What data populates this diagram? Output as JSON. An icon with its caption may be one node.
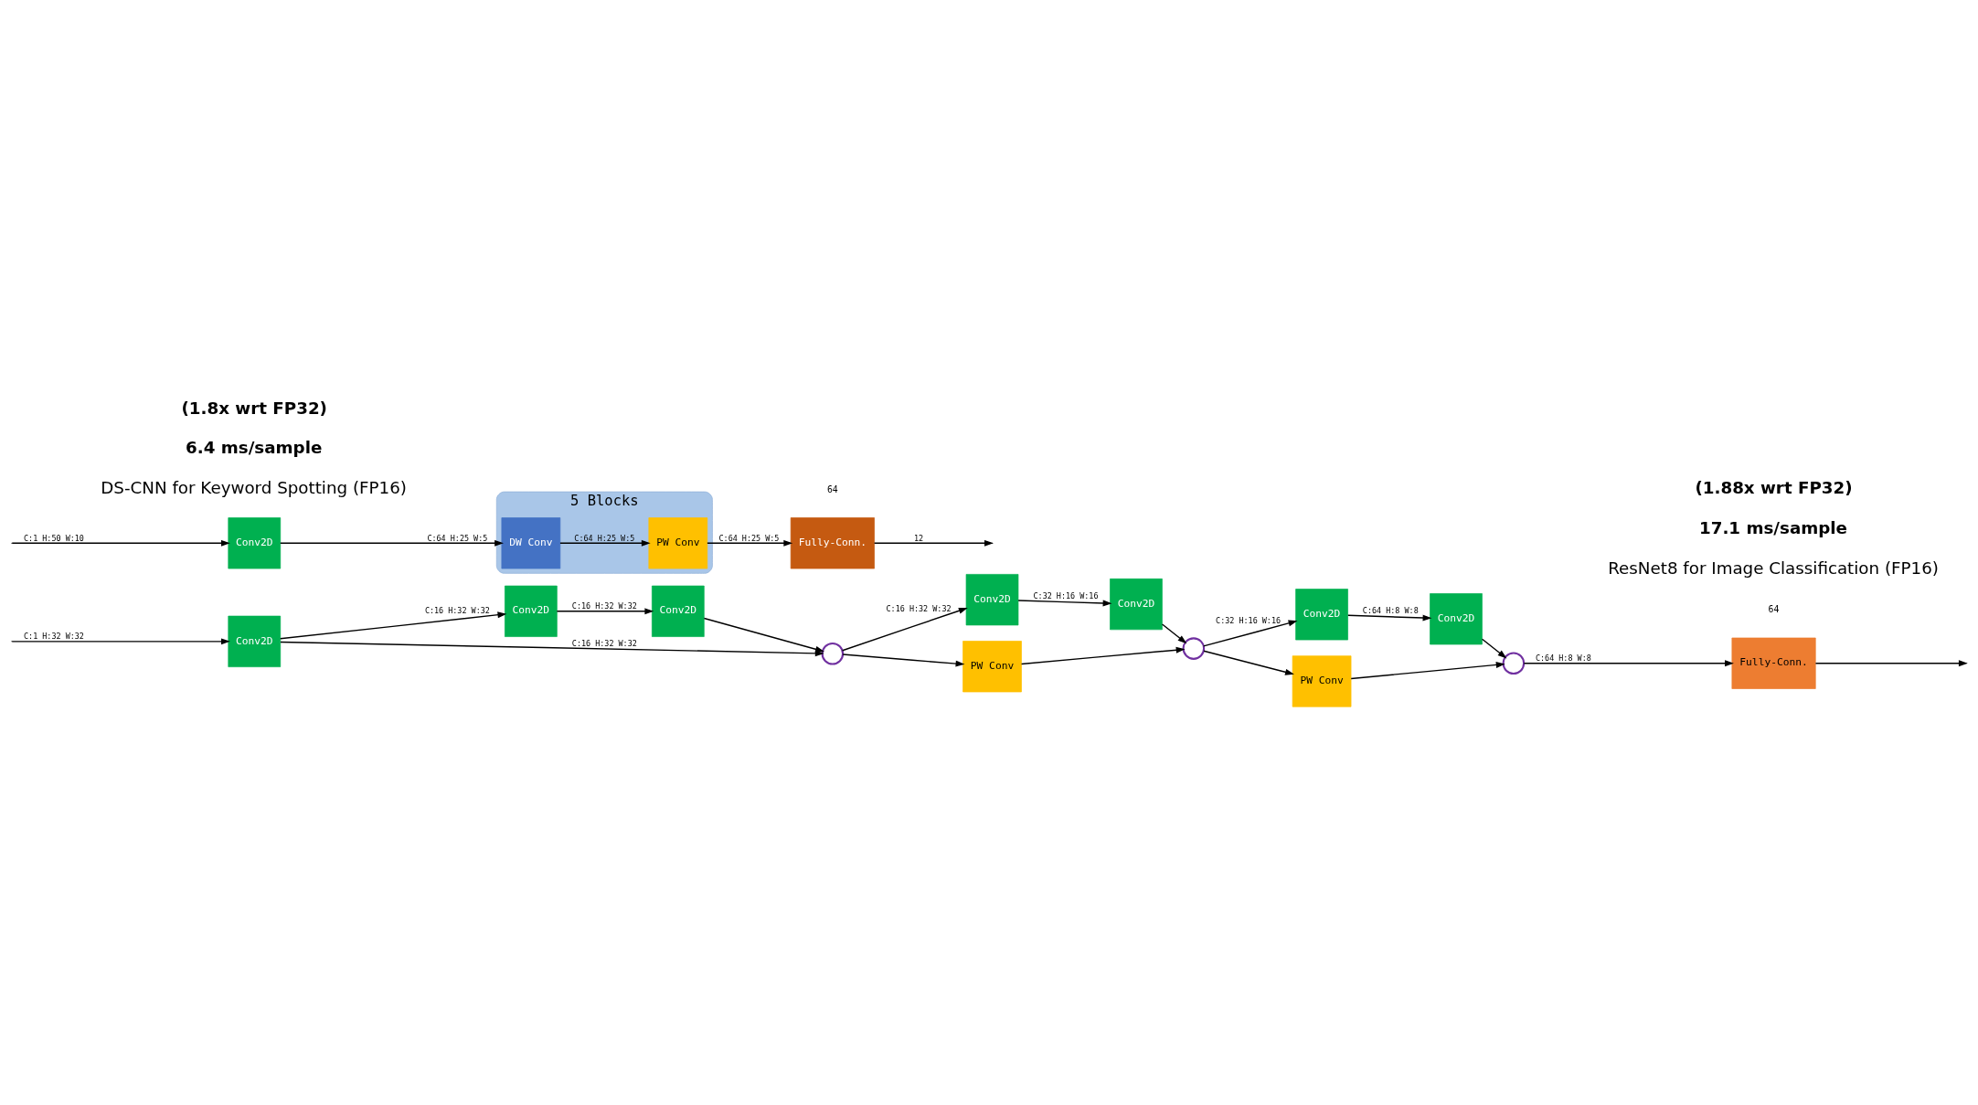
{
  "diagram": {
    "nodes": [
      {
        "text": [
          "Conv2D"
        ]
      },
      {
        "text": [
          "Conv2D"
        ]
      },
      {
        "text": [
          "Conv2D"
        ]
      },
      {
        "text": [],
        "shape": "circle"
      },
      {
        "text": [
          "Conv2D"
        ]
      },
      {
        "text": [
          "PW Conv"
        ]
      },
      {
        "text": [
          "Conv2D"
        ]
      },
      {
        "text": [],
        "shape": "circle"
      },
      {
        "text": [
          "Conv2D"
        ]
      },
      {
        "text": [
          "PW Conv"
        ]
      },
      {
        "text": [
          "Conv2D"
        ]
      },
      {
        "text": [],
        "shape": "circle"
      },
      {
        "text": [
          "Fully-Conn."
        ]
      },
      {
        "text": [
          "Conv2D"
        ]
      },
      {
        "text": [
          "5 Blocks"
        ]
      },
      {
        "text": [
          "DW Conv"
        ],
        "in": 14
      },
      {
        "text": [
          "PW Conv"
        ],
        "in": 14
      },
      {
        "text": [
          "Fully-Conn."
        ]
      }
    ],
    "edges": [
      {
        "from": null,
        "to": 0,
        "arrow": "to",
        "label": "C:1 H:32 W:32"
      },
      {
        "from": 0,
        "to": 1,
        "arrow": "to",
        "label": "C:16 H:32 W:32"
      },
      {
        "from": 0,
        "to": 3,
        "arrow": "to",
        "label": "C:16 H:32 W:32"
      },
      {
        "from": 1,
        "to": 2,
        "arrow": "to",
        "label": "C:16 H:32 W:32"
      },
      {
        "from": 2,
        "to": 3,
        "arrow": "to"
      },
      {
        "from": 3,
        "to": 4,
        "arrow": "to",
        "label": "C:16 H:32 W:32"
      },
      {
        "from": 3,
        "to": 5,
        "arrow": "to"
      },
      {
        "from": 4,
        "to": 6,
        "arrow": "to",
        "label": "C:32 H:16 W:16"
      },
      {
        "from": 6,
        "to": 7,
        "arrow": "to"
      },
      {
        "from": 5,
        "to": 7,
        "arrow": "to"
      },
      {
        "from": 7,
        "to": 8,
        "arrow": "to",
        "label": "C:32 H:16 W:16"
      },
      {
        "from": 7,
        "to": 9,
        "arrow": "to"
      },
      {
        "from": 8,
        "to": 10,
        "arrow": "to",
        "label": "C:64 H:8 W:8"
      },
      {
        "from": 10,
        "to": 11,
        "arrow": "to"
      },
      {
        "from": 9,
        "to": 11,
        "arrow": "to"
      },
      {
        "from": 11,
        "to": 12,
        "arrow": "to",
        "label": "C:64 H:8 W:8"
      },
      {
        "from": 12,
        "to": null,
        "arrow": "to"
      },
      {
        "from": null,
        "to": 13,
        "arrow": "to",
        "label": "C:1 H:50 W:10"
      },
      {
        "from": 13,
        "to": 15,
        "arrow": "to",
        "label": "C:64 H:25 W:5"
      },
      {
        "from": 15,
        "to": 16,
        "arrow": "to",
        "label": "C:64 H:25 W:5"
      },
      {
        "from": 16,
        "to": 17,
        "arrow": "to",
        "label": "C:64 H:25 W:5"
      },
      {
        "from": 17,
        "to": null,
        "arrow": "to",
        "label": "12"
      }
    ],
    "labels": [
      "64",
      "ResNet8 for Image Classification (FP16)",
      "17.1 ms/sample",
      "(1.88x wrt FP32)",
      "DS-CNN for Keyword Spotting (FP16)",
      "6.4 ms/sample",
      "(1.8x wrt FP32)",
      "64"
    ]
  }
}
